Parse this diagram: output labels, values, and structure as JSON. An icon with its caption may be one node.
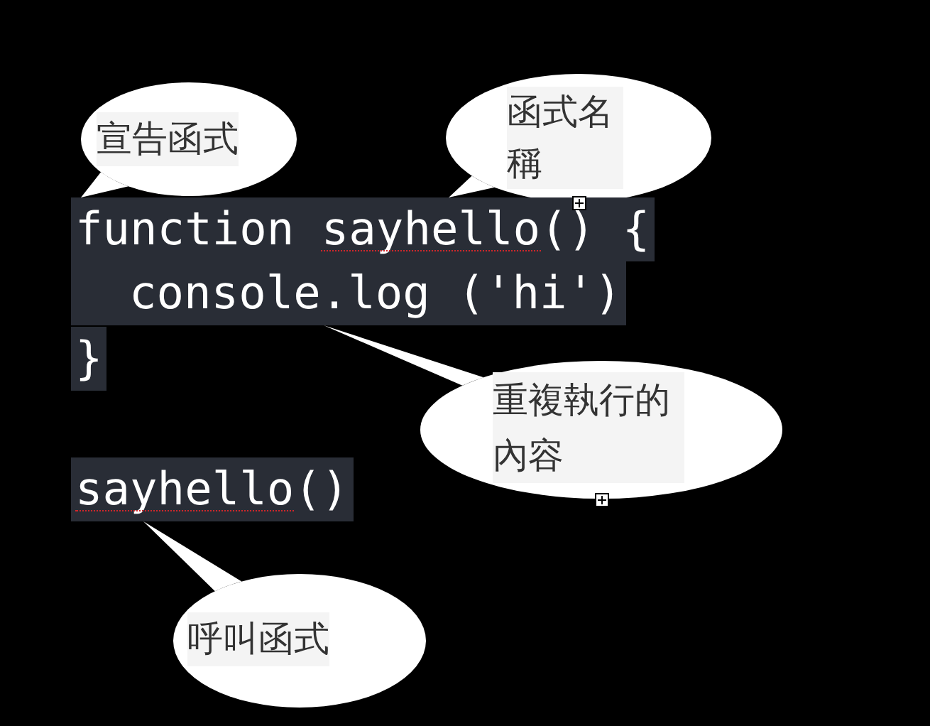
{
  "diagram": {
    "nodes": [
      {
        "text": [
          "宣告函式"
        ]
      },
      {
        "text": [
          "函式名稱"
        ]
      },
      {
        "text": [
          "function sayhello() {"
        ]
      },
      {
        "text": [
          "console.log ('hi')"
        ]
      },
      {
        "text": [
          "}"
        ]
      },
      {
        "text": [
          "重複執行的內容"
        ]
      },
      {
        "text": [
          "sayhello()"
        ]
      },
      {
        "text": [
          "呼叫函式"
        ]
      }
    ],
    "edges": [
      {
        "from": 0,
        "to": 2,
        "arrow": "none"
      },
      {
        "from": 1,
        "to": 2,
        "arrow": "none"
      },
      {
        "from": 5,
        "to": 3,
        "arrow": "none"
      },
      {
        "from": 7,
        "to": 6,
        "arrow": "none"
      }
    ]
  }
}
